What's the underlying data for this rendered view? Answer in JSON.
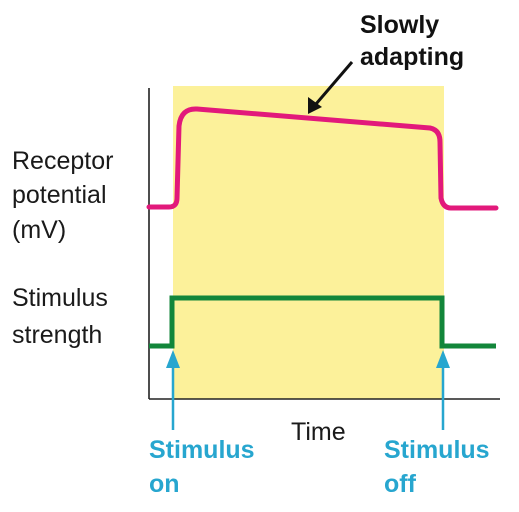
{
  "annotation": {
    "line1": "Slowly",
    "line2": "adapting"
  },
  "receptor_label": {
    "line1": "Receptor",
    "line2": "potential",
    "line3": "(mV)"
  },
  "stimulus_label": {
    "line1": "Stimulus",
    "line2": "strength"
  },
  "x_axis_label": "Time",
  "marker_on": {
    "line1": "Stimulus",
    "line2": "on"
  },
  "marker_off": {
    "line1": "Stimulus",
    "line2": "off"
  },
  "colors": {
    "stimulus_window": "#fcf19a",
    "receptor_trace": "#e2197b",
    "stimulus_trace": "#12863a",
    "markers": "#27a6cf",
    "axis": "#222222",
    "text": "#1a1a1a"
  }
}
